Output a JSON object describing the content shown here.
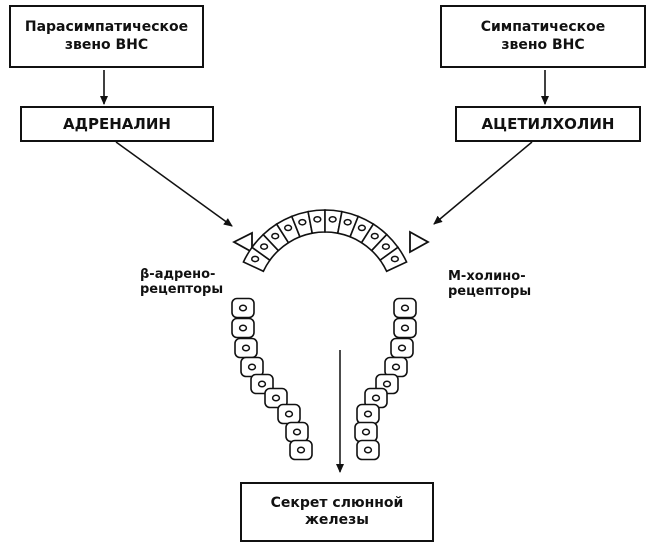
{
  "top_left_box": {
    "line1": "Парасимпатическое",
    "line2": "звено ВНС"
  },
  "top_right_box": {
    "line1": "Симпатическое",
    "line2": "звено ВНС"
  },
  "mid_left_box": {
    "label": "АДРЕНАЛИН"
  },
  "mid_right_box": {
    "label": "АЦЕТИЛХОЛИН"
  },
  "left_receptor_label": {
    "line1": "β-адрено-",
    "line2": "рецепторы"
  },
  "right_receptor_label": {
    "line1": "М-холино-",
    "line2": "рецепторы"
  },
  "bottom_box": {
    "line1": "Секрет слюнной",
    "line2": "железы"
  }
}
